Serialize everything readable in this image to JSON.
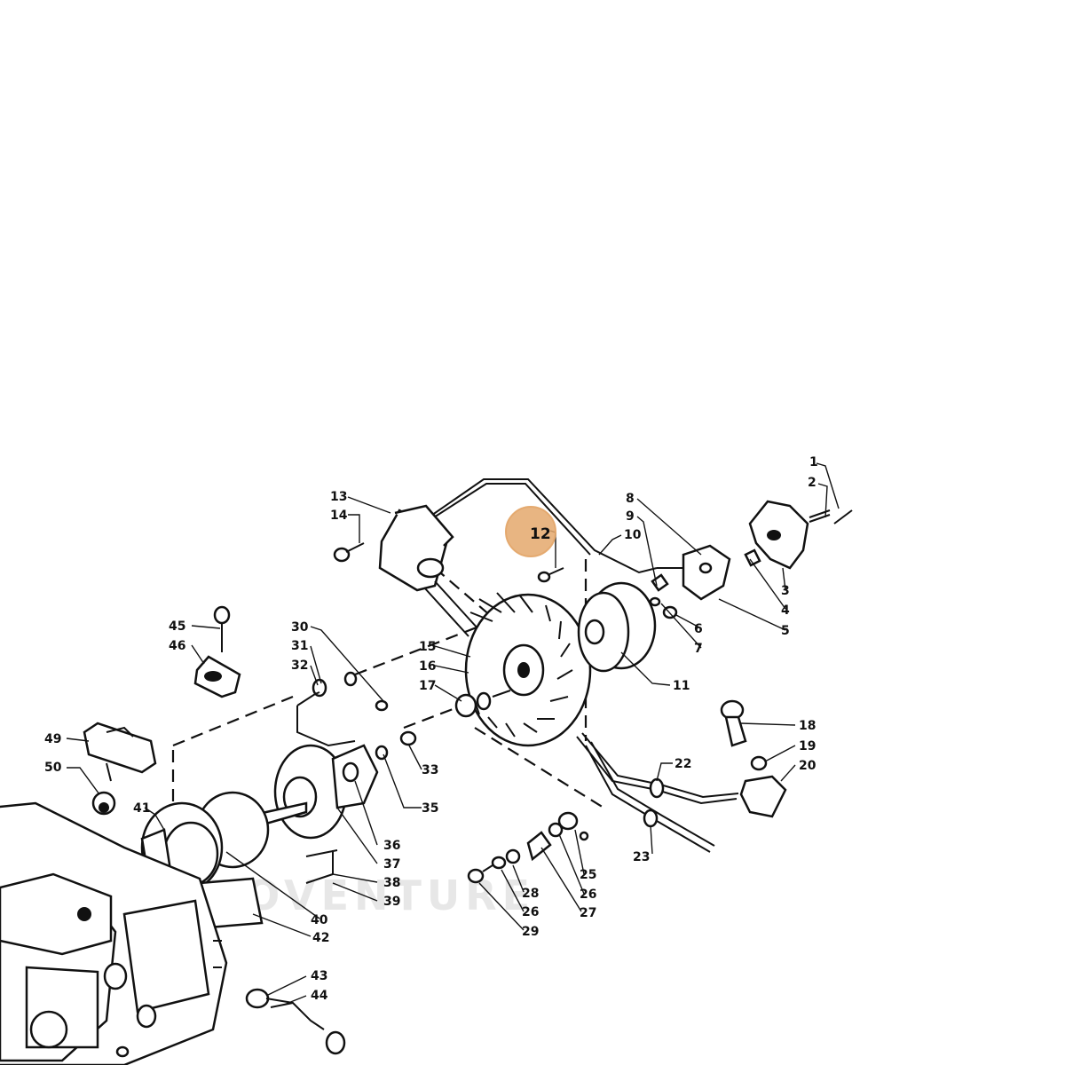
{
  "watermark": "PROVENTURE",
  "highlight": {
    "label": "12",
    "color": "#e4a86c"
  },
  "callouts": [
    {
      "id": "1",
      "label": "1"
    },
    {
      "id": "2",
      "label": "2"
    },
    {
      "id": "3",
      "label": "3"
    },
    {
      "id": "4",
      "label": "4"
    },
    {
      "id": "5",
      "label": "5"
    },
    {
      "id": "6",
      "label": "6"
    },
    {
      "id": "7",
      "label": "7"
    },
    {
      "id": "8",
      "label": "8"
    },
    {
      "id": "9",
      "label": "9"
    },
    {
      "id": "10",
      "label": "10"
    },
    {
      "id": "11",
      "label": "11"
    },
    {
      "id": "13",
      "label": "13"
    },
    {
      "id": "14",
      "label": "14"
    },
    {
      "id": "15",
      "label": "15"
    },
    {
      "id": "16",
      "label": "16"
    },
    {
      "id": "17",
      "label": "17"
    },
    {
      "id": "18",
      "label": "18"
    },
    {
      "id": "19",
      "label": "19"
    },
    {
      "id": "20",
      "label": "20"
    },
    {
      "id": "22",
      "label": "22"
    },
    {
      "id": "23",
      "label": "23"
    },
    {
      "id": "25",
      "label": "25"
    },
    {
      "id": "26a",
      "label": "26"
    },
    {
      "id": "27",
      "label": "27"
    },
    {
      "id": "28",
      "label": "28"
    },
    {
      "id": "26b",
      "label": "26"
    },
    {
      "id": "29",
      "label": "29"
    },
    {
      "id": "30",
      "label": "30"
    },
    {
      "id": "31",
      "label": "31"
    },
    {
      "id": "32",
      "label": "32"
    },
    {
      "id": "33",
      "label": "33"
    },
    {
      "id": "35",
      "label": "35"
    },
    {
      "id": "36",
      "label": "36"
    },
    {
      "id": "37",
      "label": "37"
    },
    {
      "id": "38",
      "label": "38"
    },
    {
      "id": "39",
      "label": "39"
    },
    {
      "id": "40",
      "label": "40"
    },
    {
      "id": "41",
      "label": "41"
    },
    {
      "id": "42",
      "label": "42"
    },
    {
      "id": "43",
      "label": "43"
    },
    {
      "id": "44",
      "label": "44"
    },
    {
      "id": "45",
      "label": "45"
    },
    {
      "id": "46",
      "label": "46"
    },
    {
      "id": "49",
      "label": "49"
    },
    {
      "id": "50",
      "label": "50"
    }
  ]
}
